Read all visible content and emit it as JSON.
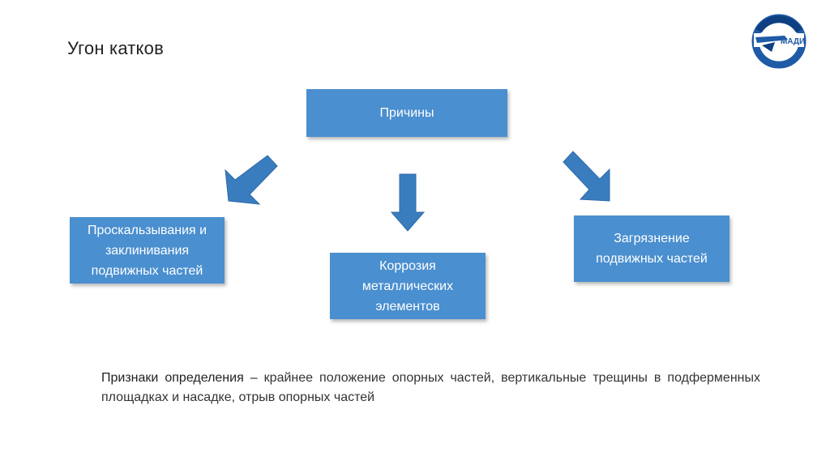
{
  "slide": {
    "title": "Угон катков",
    "logo_text": "МАДИ"
  },
  "diagram": {
    "root": "Причины",
    "children": [
      "Проскальзывания и\nзаклинивания\nподвижных частей",
      "Коррозия\nметаллических\nэлементов",
      "Загрязнение\nподвижных частей"
    ]
  },
  "note": {
    "lead": "Признаки определения –",
    "text": " крайнее положение опорных частей, вертикальные трещины в подферменных площадках и насадке, отрыв опорных частей"
  },
  "colors": {
    "box_fill": "#4a8fcf",
    "arrow_fill": "#3a7dbf",
    "arrow_stroke": "#2c6aa8"
  }
}
